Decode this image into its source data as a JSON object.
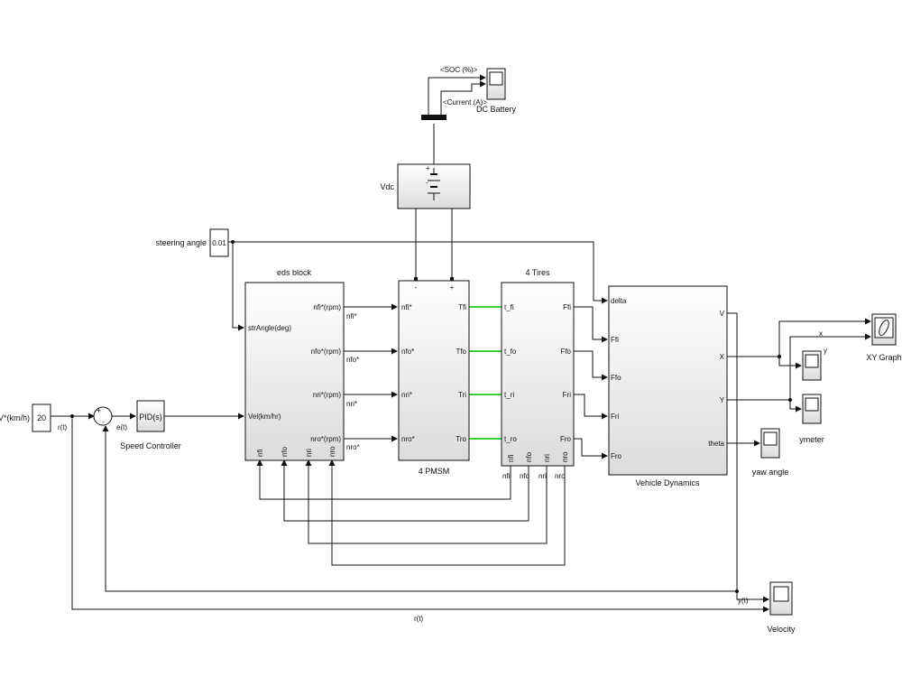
{
  "constants": {
    "speed_ref": {
      "label": "V*(km/h)",
      "value": "20"
    },
    "steering": {
      "label": "steering angle",
      "value": "0.01"
    }
  },
  "sum": {
    "plus": "+",
    "minus": "-"
  },
  "pid": {
    "text": "PID(s)",
    "label": "Speed Controller"
  },
  "signals": {
    "r": "r(t)",
    "e": "e(t)",
    "y": "y(t)",
    "r_bottom": "r(t)",
    "x": "x",
    "yy": "y",
    "soc": "<SOC (%)>",
    "current": "<Current (A)>"
  },
  "battery": {
    "label": "Vdc",
    "plus": "+",
    "minus": "-"
  },
  "dc_scope": {
    "label": "DC Battery"
  },
  "eds": {
    "label": "eds block",
    "inputs": [
      "strAngle(deg)",
      "Vel(km/hr)"
    ],
    "outputs": [
      "nfi*(rpm)",
      "nfo*(rpm)",
      "nri*(rpm)",
      "nro*(rpm)"
    ],
    "bottom_ports": [
      "nfi",
      "nfo",
      "nri",
      "nro"
    ],
    "wire_labels": [
      "nfi*",
      "nfo*",
      "nri*",
      "nro*"
    ]
  },
  "pmsm": {
    "label": "4 PMSM",
    "inputs": [
      "nfi*",
      "nfo*",
      "nri*",
      "nro*"
    ],
    "outputs": [
      "Tfi",
      "Tfo",
      "Tri",
      "Tro"
    ],
    "top_ports": [
      "-",
      "+"
    ]
  },
  "tires": {
    "label": "4 Tires",
    "inputs": [
      "t_fi",
      "t_fo",
      "t_ri",
      "t_ro"
    ],
    "outputs": [
      "Ffi",
      "Ffo",
      "Fri",
      "Fro"
    ],
    "bottom_ports": [
      "nfi",
      "nfo",
      "nri",
      "nro"
    ],
    "bottom_labels": [
      "nfi",
      "nfo",
      "nri",
      "nro"
    ]
  },
  "vehicle": {
    "label": "Vehicle Dynamics",
    "inputs": [
      "delta",
      "Ffi",
      "Ffo",
      "Fri",
      "Fro"
    ],
    "outputs": [
      "V",
      "X",
      "Y",
      "theta"
    ]
  },
  "scopes": {
    "xy": "XY Graph",
    "ymeter": "ymeter",
    "yaw": "yaw angle",
    "velocity": "Velocity"
  },
  "colors": {
    "ground": "#3ccf3c",
    "block_top": "#ffffff",
    "block_bottom": "#dcdcdc"
  }
}
